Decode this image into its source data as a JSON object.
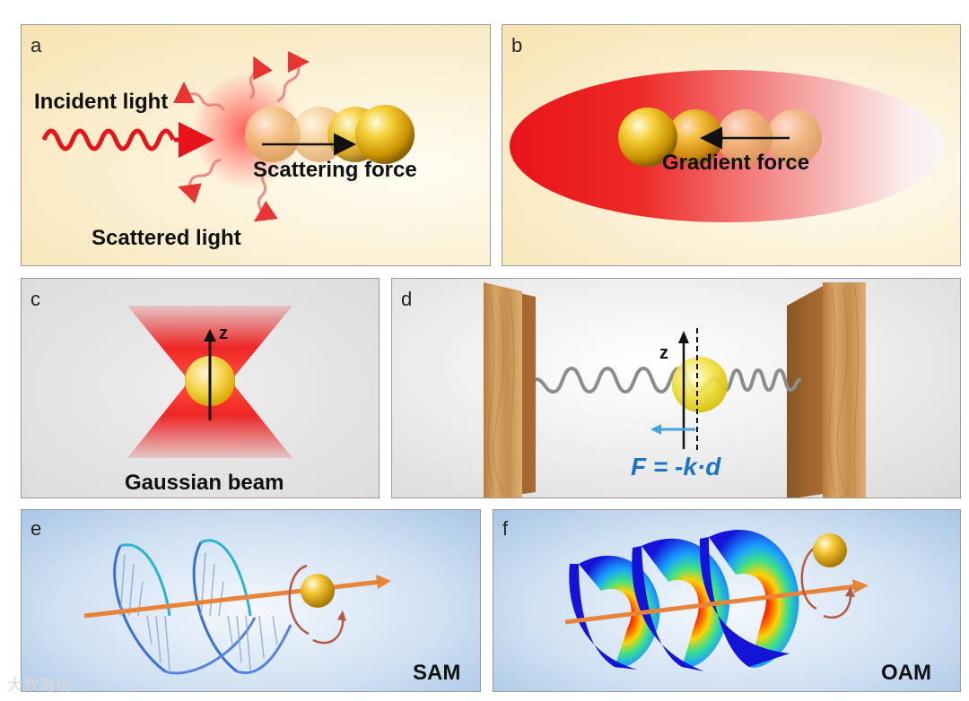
{
  "panels": {
    "a": {
      "letter": "a",
      "incident_label": "Incident light",
      "scattering_label": "Scattering force",
      "scattered_label": "Scattered light"
    },
    "b": {
      "letter": "b",
      "gradient_label": "Gradient force"
    },
    "c": {
      "letter": "c",
      "axis_label": "z",
      "beam_label": "Gaussian beam"
    },
    "d": {
      "letter": "d",
      "axis_label": "z",
      "equation": "F = -k·d"
    },
    "e": {
      "letter": "e",
      "mode_label": "SAM"
    },
    "f": {
      "letter": "f",
      "mode_label": "OAM"
    }
  },
  "watermark": "大数跨境",
  "colors": {
    "laser_red": "#e8141a",
    "gold_particle": "#e8b400",
    "wood": "#c9924e",
    "equation_blue": "#1a73c4",
    "beam_orange": "#e8833a"
  }
}
